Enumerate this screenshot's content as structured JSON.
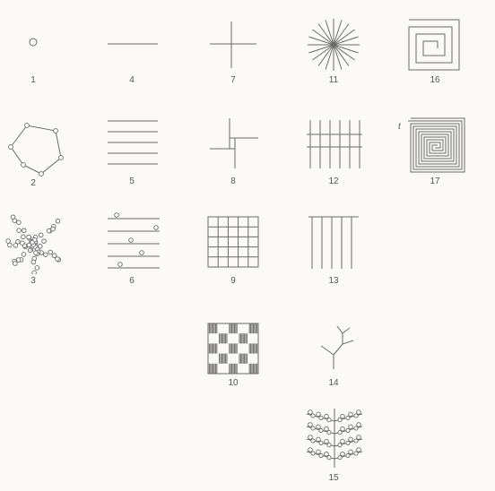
{
  "figures": [
    {
      "id": "f1",
      "label": "1",
      "shape": "small-circle"
    },
    {
      "id": "f2",
      "label": "2",
      "shape": "irregular-polygon-with-vertex-dots"
    },
    {
      "id": "f3",
      "label": "3",
      "shape": "cluster-of-small-circles"
    },
    {
      "id": "f4",
      "label": "4",
      "shape": "single-horizontal-line"
    },
    {
      "id": "f5",
      "label": "5",
      "shape": "parallel-horizontal-lines"
    },
    {
      "id": "f6",
      "label": "6",
      "shape": "horizontal-lines-with-dots"
    },
    {
      "id": "f7",
      "label": "7",
      "shape": "cross"
    },
    {
      "id": "f8",
      "label": "8",
      "shape": "offset-cross"
    },
    {
      "id": "f9",
      "label": "9",
      "shape": "square-grid"
    },
    {
      "id": "f10",
      "label": "10",
      "shape": "checkerboard-hatched"
    },
    {
      "id": "f11",
      "label": "11",
      "shape": "radiating-lines-star"
    },
    {
      "id": "f12",
      "label": "12",
      "shape": "vertical-lines-with-crossbars"
    },
    {
      "id": "f13",
      "label": "13",
      "shape": "vertical-lines-with-top-bar"
    },
    {
      "id": "f14",
      "label": "14",
      "shape": "branching-tree"
    },
    {
      "id": "f15",
      "label": "15",
      "shape": "chevron-rows-of-loops"
    },
    {
      "id": "f16",
      "label": "16",
      "shape": "square-spiral"
    },
    {
      "id": "f17",
      "label": "17",
      "shape": "square-spiral-labyrinth"
    }
  ],
  "annotations": {
    "spiral_marker": "t"
  }
}
